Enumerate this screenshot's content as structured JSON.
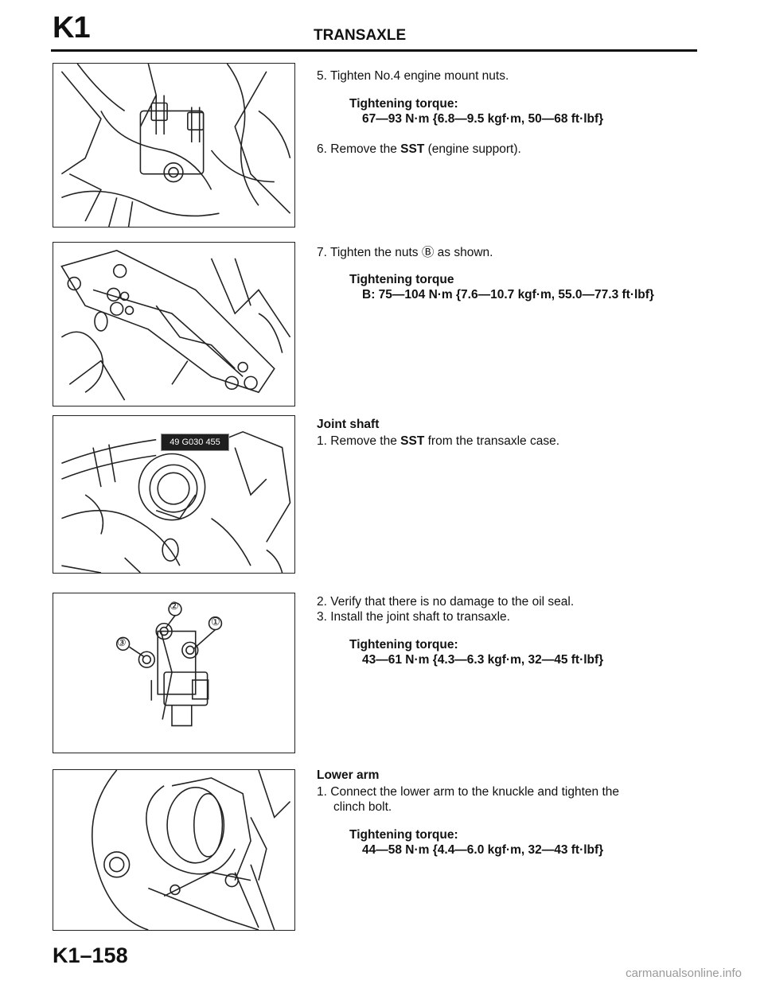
{
  "header": {
    "code": "K1",
    "title": "TRANSAXLE"
  },
  "figures": {
    "fig3": {
      "sst_tag": "49 G030 455"
    },
    "fig4": {
      "callouts": [
        "②",
        "①",
        "③"
      ]
    }
  },
  "steps": {
    "s5": {
      "num": "5.",
      "text": "Tighten No.4 engine mount nuts."
    },
    "s5_torque_label": "Tightening torque:",
    "s5_torque_value": "67—93 N·m {6.8—9.5 kgf·m, 50—68 ft·lbf}",
    "s6": {
      "num": "6.",
      "pre": "Remove the ",
      "bold": "SST",
      "post": " (engine support)."
    },
    "s7": {
      "num": "7.",
      "text": "Tighten the nuts Ⓑ as shown."
    },
    "s7_torque_label": "Tightening torque",
    "s7_torque_value": "B: 75—104 N·m {7.6—10.7 kgf·m, 55.0—77.3 ft·lbf}"
  },
  "joint_shaft": {
    "heading": "Joint shaft",
    "s1": {
      "num": "1.",
      "pre": "Remove the ",
      "bold": "SST",
      "post": " from the transaxle case."
    },
    "s2": {
      "num": "2.",
      "text": "Verify that there is no damage to the oil seal."
    },
    "s3": {
      "num": "3.",
      "text": "Install the joint shaft to transaxle."
    },
    "torque_label": "Tightening torque:",
    "torque_value": "43—61 N·m {4.3—6.3 kgf·m, 32—45 ft·lbf}"
  },
  "lower_arm": {
    "heading": "Lower arm",
    "s1": {
      "num": "1.",
      "text_line1": "Connect the lower arm to the knuckle and tighten the",
      "text_line2": "clinch bolt."
    },
    "torque_label": "Tightening torque:",
    "torque_value": "44—58 N·m {4.4—6.0 kgf·m, 32—43 ft·lbf}"
  },
  "footer": {
    "page": "K1–158",
    "watermark": "carmanualsonline.info"
  }
}
